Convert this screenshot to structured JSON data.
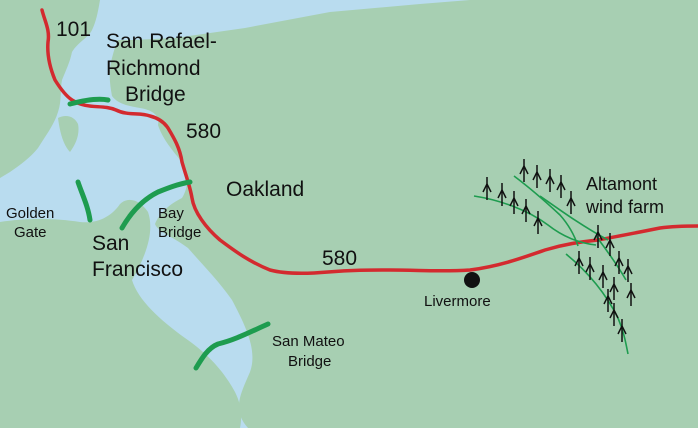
{
  "map": {
    "colors": {
      "water": "#b9dcef",
      "land": "#a7cfb2",
      "highway": "#d32a2f",
      "bridge": "#1e9c4f",
      "turbine": "#111111"
    },
    "highways": [
      {
        "id": "hwy-101",
        "label": "101"
      },
      {
        "id": "hwy-580-north",
        "label": "580"
      },
      {
        "id": "hwy-580-east",
        "label": "580"
      }
    ],
    "bridges": [
      {
        "id": "san-rafael-richmond-bridge",
        "label_lines": [
          "San Rafael-",
          "Richmond",
          "Bridge"
        ]
      },
      {
        "id": "golden-gate",
        "label_lines": [
          "Golden",
          "Gate"
        ]
      },
      {
        "id": "bay-bridge",
        "label_lines": [
          "Bay",
          "Bridge"
        ]
      },
      {
        "id": "san-mateo-bridge",
        "label_lines": [
          "San Mateo",
          "Bridge"
        ]
      }
    ],
    "places": [
      {
        "id": "san-francisco",
        "label_lines": [
          "San",
          "Francisco"
        ]
      },
      {
        "id": "oakland",
        "label_lines": [
          "Oakland"
        ]
      },
      {
        "id": "livermore",
        "label_lines": [
          "Livermore"
        ]
      },
      {
        "id": "altamont-wind-farm",
        "label_lines": [
          "Altamont",
          "wind farm"
        ]
      }
    ],
    "turbine_icon": "wind-turbine-icon"
  }
}
